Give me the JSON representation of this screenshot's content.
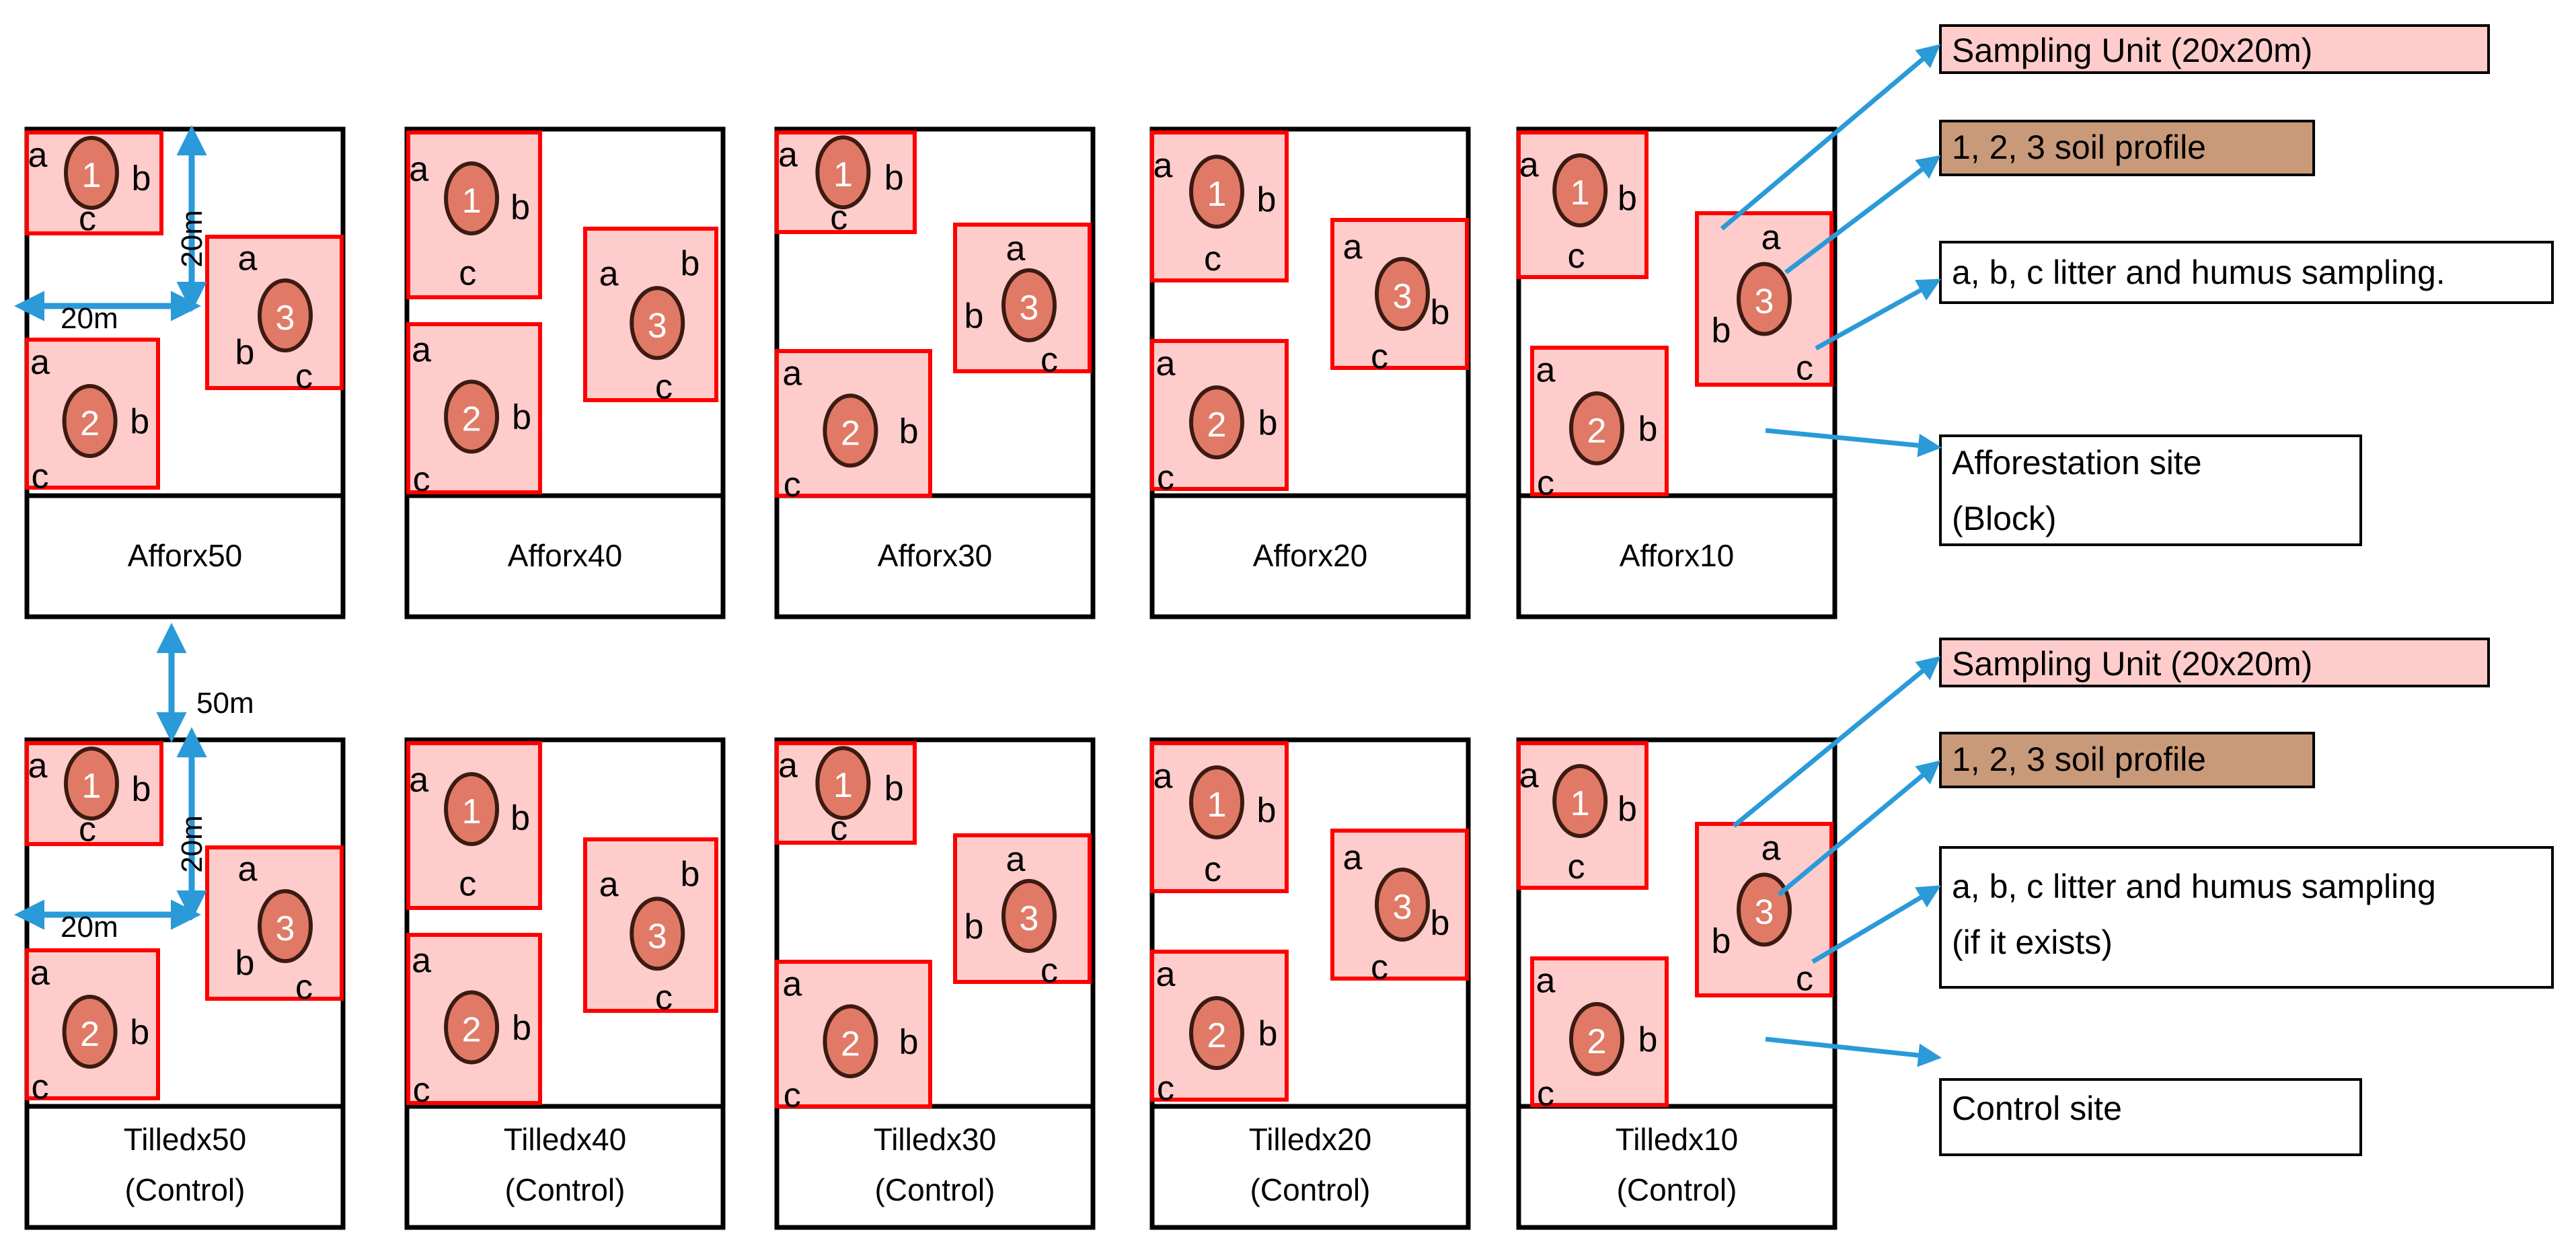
{
  "colors": {
    "border": "#000000",
    "unit_fill": "#ffcccc",
    "unit_stroke": "#ff0000",
    "profile_fill": "#e07a66",
    "profile_stroke": "#3b1b12",
    "profile_legend_fill": "#c99a7a",
    "arrow": "#2a9ad8"
  },
  "sub_letters": {
    "a": "a",
    "b": "b",
    "c": "c"
  },
  "profiles": [
    "1",
    "2",
    "3"
  ],
  "blocks_top": [
    "Afforx50",
    "Afforx40",
    "Afforx30",
    "Afforx20",
    "Afforx10"
  ],
  "blocks_bottom": [
    {
      "name": "Tilledx50",
      "note": "(Control)"
    },
    {
      "name": "Tilledx40",
      "note": "(Control)"
    },
    {
      "name": "Tilledx30",
      "note": "(Control)"
    },
    {
      "name": "Tilledx20",
      "note": "(Control)"
    },
    {
      "name": "Tilledx10",
      "note": "(Control)"
    }
  ],
  "dimensions": {
    "unit_height": "20m",
    "unit_width": "20m",
    "block_gap": "50m"
  },
  "legend_top": {
    "sampling_unit": "Sampling Unit (20x20m)",
    "soil_profile": "1, 2, 3 soil profile",
    "litter": "a, b, c litter and humus sampling.",
    "site_line1": "Afforestation site",
    "site_line2": "(Block)"
  },
  "legend_bottom": {
    "sampling_unit": "Sampling Unit (20x20m)",
    "soil_profile": "1, 2, 3 soil profile",
    "litter_line1": "a, b, c litter and humus sampling",
    "litter_line2": "(if it exists)",
    "site": "Control site"
  }
}
